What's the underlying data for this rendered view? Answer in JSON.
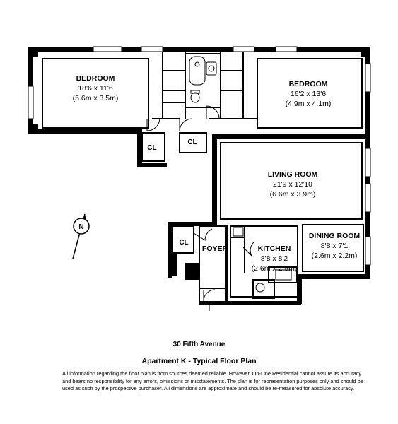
{
  "rooms": {
    "bedroom_left": {
      "name": "BEDROOM",
      "dim_imperial": "18'6 x 11'6",
      "dim_metric": "(5.6m x 3.5m)"
    },
    "bedroom_right": {
      "name": "BEDROOM",
      "dim_imperial": "16'2 x 13'6",
      "dim_metric": "(4.9m x 4.1m)"
    },
    "living_room": {
      "name": "LIVING ROOM",
      "dim_imperial": "21'9 x 12'10",
      "dim_metric": "(6.6m x 3.9m)"
    },
    "foyer": {
      "name": "FOYER"
    },
    "kitchen": {
      "name": "KITCHEN",
      "dim_imperial": "8'8 x 8'2",
      "dim_metric": "(2.6m x 2.5m)"
    },
    "dining_room": {
      "name": "DINING ROOM",
      "dim_imperial": "8'8 x 7'1",
      "dim_metric": "(2.6m x 2.2m)"
    }
  },
  "closets": {
    "cl_1": "CL",
    "cl_2": "CL",
    "cl_3": "CL"
  },
  "compass": {
    "label": "N",
    "icon": "compass-icon"
  },
  "entry_icon": "entry-arrow-icon",
  "footer": {
    "address": "30 Fifth Avenue",
    "plan_title": "Apartment K - Typical Floor Plan",
    "disclaimer": "All information regarding the floor plan is from sources deemed reliable.  However, On-Line Residential cannot assure its accuracy and bears no responsibility for any errors, omissions or misstatements.  The plan is for representation purposes only and should be used as such by the prospective purchaser.  All dimensions are approximate and should be re-measured for absolute accuracy."
  }
}
